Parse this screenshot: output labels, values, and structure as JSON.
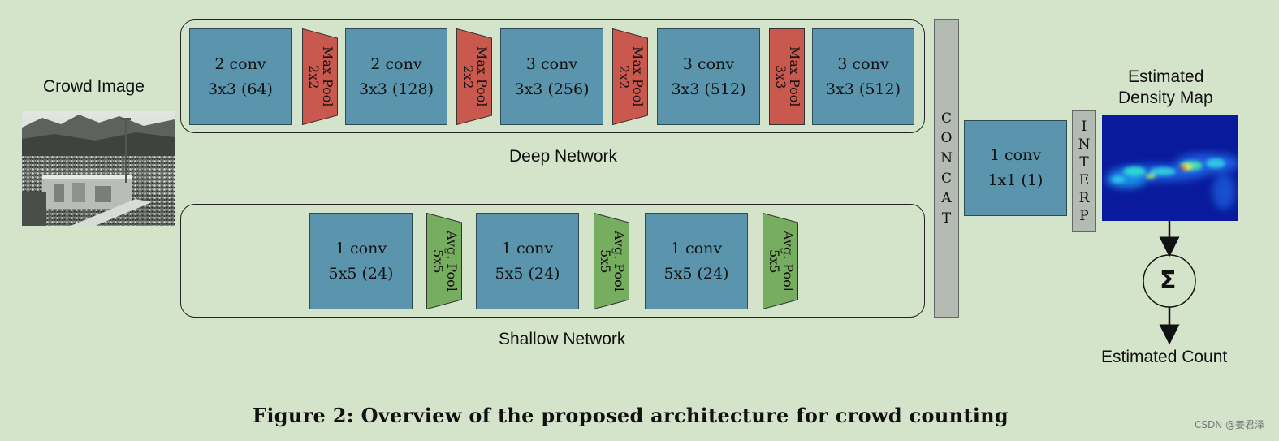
{
  "crowd_image_label": "Crowd Image",
  "deep_network": {
    "label": "Deep Network",
    "conv_blocks": [
      {
        "line1": "2 conv",
        "line2": "3x3 (64)"
      },
      {
        "line1": "2 conv",
        "line2": "3x3 (128)"
      },
      {
        "line1": "3 conv",
        "line2": "3x3 (256)"
      },
      {
        "line1": "3 conv",
        "line2": "3x3 (512)"
      },
      {
        "line1": "3 conv",
        "line2": "3x3 (512)"
      }
    ],
    "pool_blocks": [
      {
        "line1": "Max Pool",
        "line2": "2x2"
      },
      {
        "line1": "Max Pool",
        "line2": "2x2"
      },
      {
        "line1": "Max Pool",
        "line2": "2x2"
      },
      {
        "line1": "Max Pool",
        "line2": "3x3"
      }
    ]
  },
  "shallow_network": {
    "label": "Shallow Network",
    "conv_blocks": [
      {
        "line1": "1 conv",
        "line2": "5x5 (24)"
      },
      {
        "line1": "1 conv",
        "line2": "5x5 (24)"
      },
      {
        "line1": "1 conv",
        "line2": "5x5 (24)"
      }
    ],
    "pool_blocks": [
      {
        "line1": "Avg. Pool",
        "line2": "5x5"
      },
      {
        "line1": "Avg. Pool",
        "line2": "5x5"
      },
      {
        "line1": "Avg. Pool",
        "line2": "5x5"
      }
    ]
  },
  "concat": {
    "letters": [
      "C",
      "O",
      "N",
      "C",
      "A",
      "T"
    ]
  },
  "final_conv": {
    "line1": "1 conv",
    "line2": "1x1 (1)"
  },
  "interp": {
    "letters": [
      "I",
      "N",
      "T",
      "E",
      "R",
      "P"
    ]
  },
  "density_map_label": {
    "line1": "Estimated",
    "line2": "Density Map"
  },
  "sum_symbol": "Σ",
  "estimated_count_label": "Estimated Count",
  "caption": "Figure 2: Overview of the proposed architecture for crowd counting",
  "watermark": "CSDN @姜君泽",
  "colors": {
    "background": "#d4e4cb",
    "conv": "#5b95ad",
    "max_pool": "#c9584f",
    "avg_pool": "#77ad5f",
    "concat": "#b3bbb2"
  }
}
